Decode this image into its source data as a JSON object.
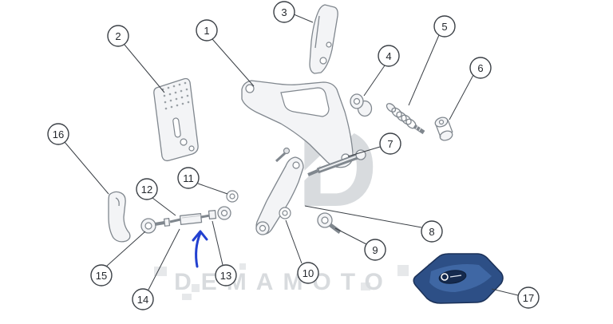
{
  "diagram": {
    "background": "#ffffff",
    "line_color": "#80878e",
    "outline_color": "#3a3f45",
    "part_fill": "#f3f4f6",
    "arrow_color": "#2240d0",
    "blue_part_fill": "#2d4f86",
    "blue_part_highlight": "#4a74b4",
    "badge_fill": "#152a4e",
    "watermark_color": "#d8dbde"
  },
  "watermark": {
    "text": "DEMAMOTO",
    "letter": "D"
  },
  "callouts": [
    {
      "label": "1"
    },
    {
      "label": "2"
    },
    {
      "label": "3"
    },
    {
      "label": "4"
    },
    {
      "label": "5"
    },
    {
      "label": "6"
    },
    {
      "label": "7"
    },
    {
      "label": "8"
    },
    {
      "label": "9"
    },
    {
      "label": "10"
    },
    {
      "label": "11"
    },
    {
      "label": "12"
    },
    {
      "label": "13"
    },
    {
      "label": "14"
    },
    {
      "label": "15"
    },
    {
      "label": "16"
    },
    {
      "label": "17"
    }
  ]
}
